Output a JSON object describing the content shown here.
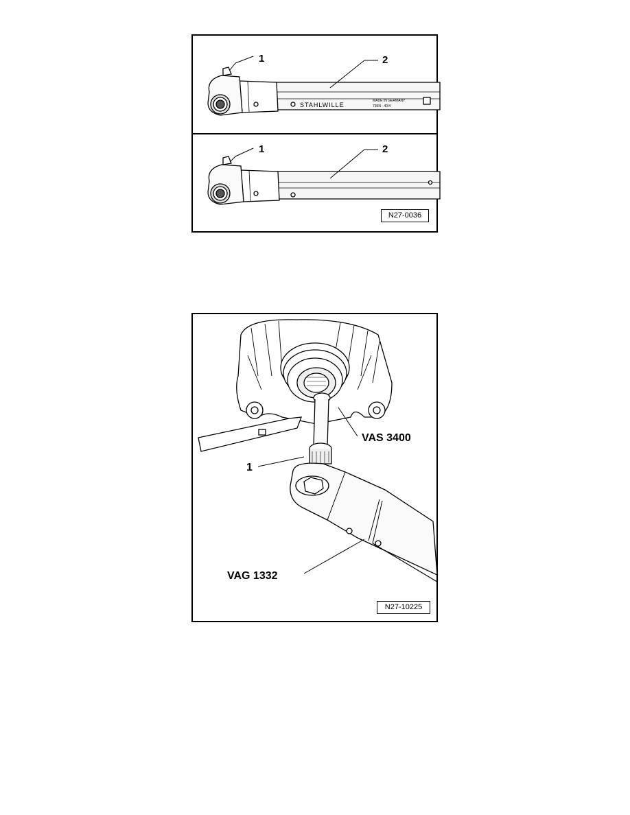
{
  "figure_1": {
    "callouts": [
      "1",
      "2",
      "1",
      "2"
    ],
    "brand_text": "STAHLWILLE",
    "label_text_line1": "MADE IN GERMANY",
    "label_text_line2": "730N - 40/4",
    "ref": "N27-0036"
  },
  "figure_2": {
    "callout_1": "1",
    "tool_vas": "VAS 3400",
    "tool_vag": "VAG 1332",
    "ref": "N27-10225"
  }
}
